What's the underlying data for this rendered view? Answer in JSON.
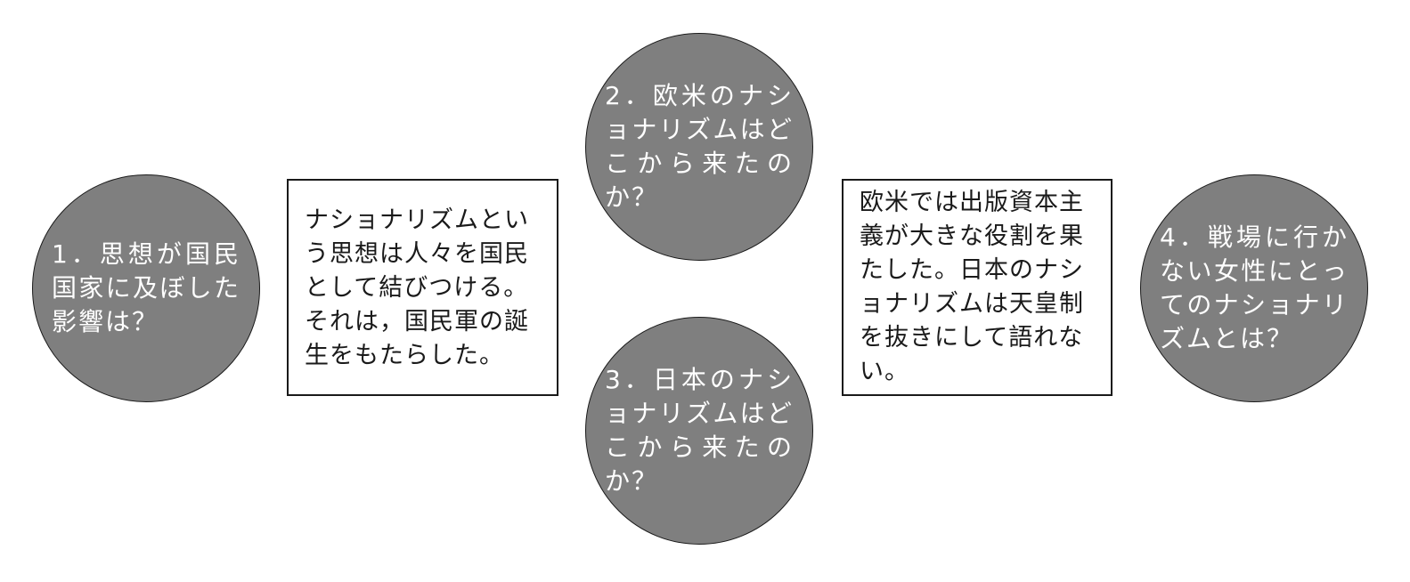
{
  "diagram": {
    "circles": [
      {
        "label": "1．思想が国民国家に及ぼした影響は？"
      },
      {
        "label": "2．欧米のナショナリズムはどこから来たのか？"
      },
      {
        "label": "3．日本のナショナリズムはどこから来たのか？"
      },
      {
        "label": "4．戦場に行かない女性にとってのナショナリズムとは？"
      }
    ],
    "boxes": [
      {
        "text": "ナショナリズムという思想は人々を国民として結びつける。それは，国民軍の誕生をもたらした。"
      },
      {
        "text": "欧米では出版資本主義が大きな役割を果たした。日本のナショナリズムは天皇制を抜きにして語れない。"
      }
    ],
    "colors": {
      "circle_fill": "#7f7f7f",
      "circle_text": "#ffffff",
      "box_fill": "#ffffff",
      "outline": "#1a1a1a"
    }
  }
}
